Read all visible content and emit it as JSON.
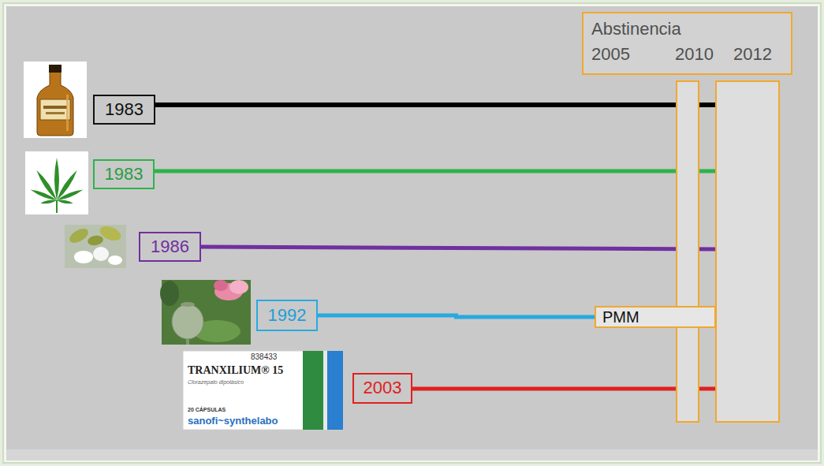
{
  "diagram": {
    "nodes": [
      {
        "text": [
          "Abstinencia",
          "2005",
          "2010",
          "2012"
        ]
      },
      {
        "text": [
          "1983"
        ]
      },
      {
        "text": [
          "1983"
        ]
      },
      {
        "text": [
          "1986"
        ]
      },
      {
        "text": [
          "1992"
        ]
      },
      {
        "text": [
          "PMM"
        ]
      },
      {
        "text": [
          "2003"
        ]
      }
    ],
    "edges": [
      {
        "from": 4,
        "to": 5,
        "arrow": "none"
      }
    ],
    "labels": [
      "838433",
      "TRANXILIUM® 15",
      "Clorazepato dipotásico",
      "20 CÁPSULAS",
      "sanofi~synthelabo"
    ]
  }
}
